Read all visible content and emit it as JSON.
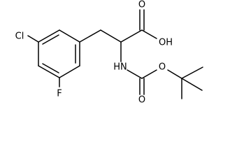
{
  "molecule": {
    "atoms": {
      "chlorine": "Cl",
      "fluorine": "F",
      "oxygen_carbonyl_acid": "O",
      "hydroxyl": "OH",
      "amine": "HN",
      "oxygen_carbonyl_carbamate": "O",
      "oxygen_ester": "O"
    }
  }
}
